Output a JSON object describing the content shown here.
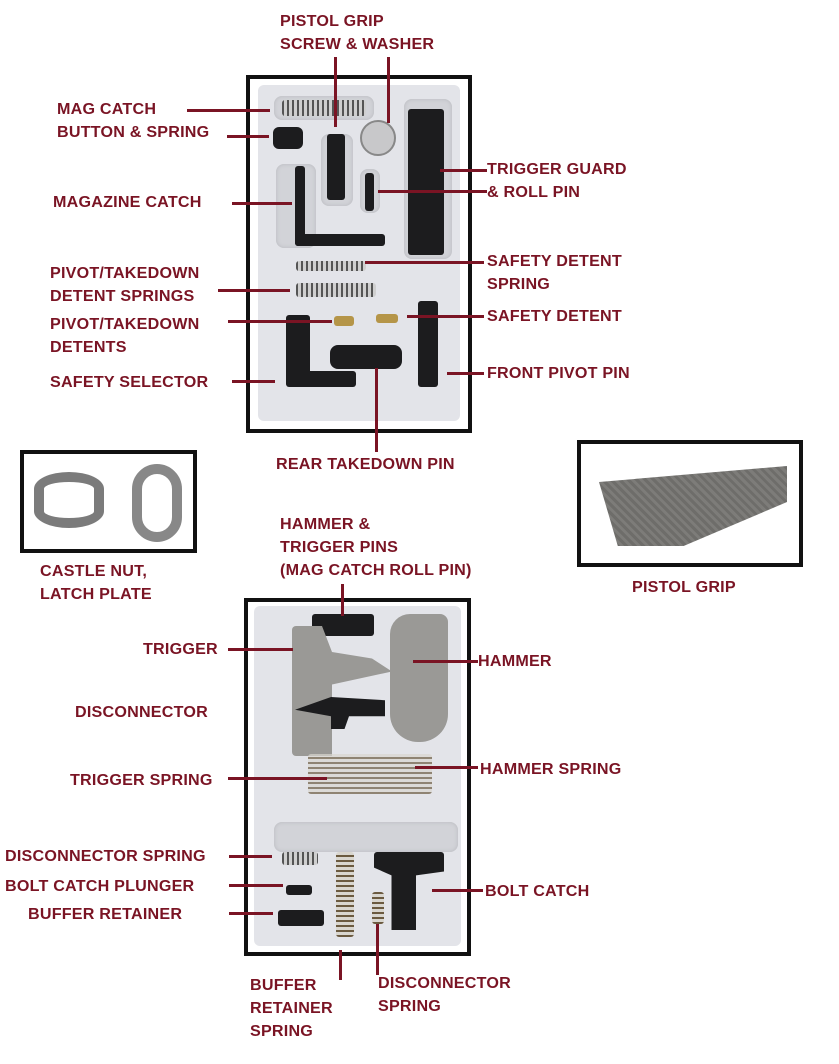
{
  "labels": {
    "pistol_grip_screw_washer": [
      "PISTOL GRIP",
      "SCREW & WASHER"
    ],
    "mag_catch_button_spring": [
      "MAG CATCH",
      "BUTTON & SPRING"
    ],
    "magazine_catch": [
      "MAGAZINE CATCH"
    ],
    "trigger_guard_roll_pin": [
      "TRIGGER GUARD",
      "& ROLL PIN"
    ],
    "safety_detent_spring": [
      "SAFETY DETENT",
      "SPRING"
    ],
    "pivot_takedown_detent_springs": [
      "PIVOT/TAKEDOWN",
      "DETENT SPRINGS"
    ],
    "pivot_takedown_detents": [
      "PIVOT/TAKEDOWN",
      "DETENTS"
    ],
    "safety_detent": [
      "SAFETY DETENT"
    ],
    "safety_selector": [
      "SAFETY SELECTOR"
    ],
    "front_pivot_pin": [
      "FRONT PIVOT PIN"
    ],
    "rear_takedown_pin": [
      "REAR TAKEDOWN PIN"
    ],
    "castle_nut_latch_plate": [
      "CASTLE NUT,",
      "LATCH PLATE"
    ],
    "pistol_grip": [
      "PISTOL GRIP"
    ],
    "hammer_trigger_pins": [
      "HAMMER &",
      "TRIGGER PINS",
      "(MAG CATCH ROLL PIN)"
    ],
    "trigger": [
      "TRIGGER"
    ],
    "hammer": [
      "HAMMER"
    ],
    "disconnector": [
      "DISCONNECTOR"
    ],
    "trigger_spring": [
      "TRIGGER SPRING"
    ],
    "hammer_spring": [
      "HAMMER SPRING"
    ],
    "disconnector_spring_left": [
      "DISCONNECTOR SPRING"
    ],
    "bolt_catch_plunger": [
      "BOLT CATCH PLUNGER"
    ],
    "buffer_retainer": [
      "BUFFER RETAINER"
    ],
    "bolt_catch": [
      "BOLT CATCH"
    ],
    "buffer_retainer_spring": [
      "BUFFER",
      "RETAINER",
      "SPRING"
    ],
    "disconnector_spring_bottom": [
      "DISCONNECTOR",
      "SPRING"
    ]
  },
  "colors": {
    "label": "#7a1424",
    "frame": "#111111",
    "tray": "#e3e4e9"
  }
}
